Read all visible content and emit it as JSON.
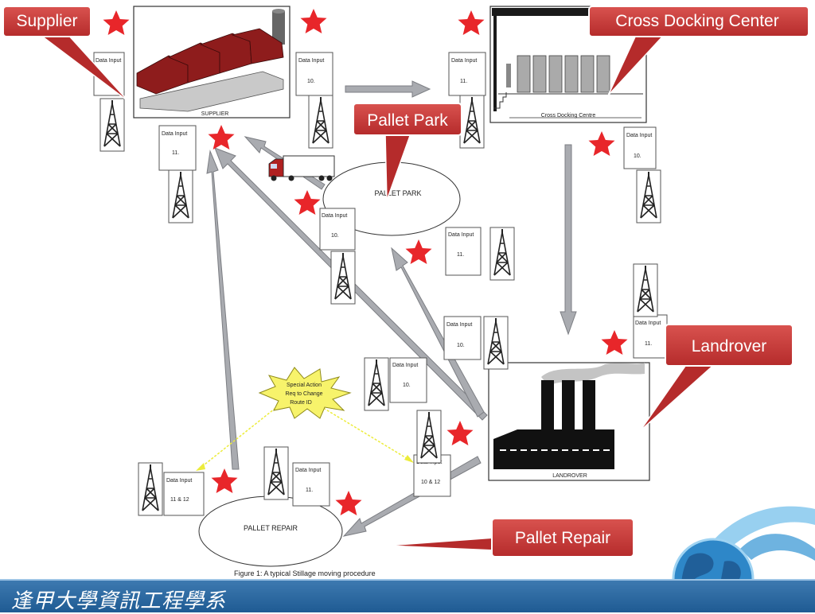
{
  "callouts": {
    "supplier": "Supplier",
    "cross_docking": "Cross Docking Center",
    "pallet_park": "Pallet Park",
    "landrover": "Landrover",
    "pallet_repair": "Pallet Repair"
  },
  "nodes": {
    "supplier": "SUPPLIER",
    "cross_docking": "Cross Docking Centre",
    "pallet_park": "PALLET PARK",
    "landrover": "LANDROVER",
    "pallet_repair": "PALLET REPAIR"
  },
  "data_boxes": {
    "heading": "Data Input",
    "supplier_left": "",
    "supplier_right": "10.",
    "cross_dock_left": "11.",
    "cross_dock_right": "10.",
    "supplier_bottom": "11.",
    "pallet_park_left": "10.",
    "pallet_park_right": "11.",
    "mid_right": "10.",
    "mid_center": "10.",
    "landrover_top": "11.",
    "repair_left": "11 & 12",
    "repair_center": "11.",
    "special_right": "10 & 12"
  },
  "special_action": [
    "Special Action",
    "Req to Change",
    "Route ID"
  ],
  "caption": "Figure 1: A typical Stillage moving procedure",
  "footer": "逢甲大學資訊工程學系",
  "colors": {
    "callout_fill": "#c0393b",
    "star": "#e8262a",
    "arrow": "#a9abb0",
    "footer": "#2a66a0",
    "roof": "#8e1c1c"
  }
}
